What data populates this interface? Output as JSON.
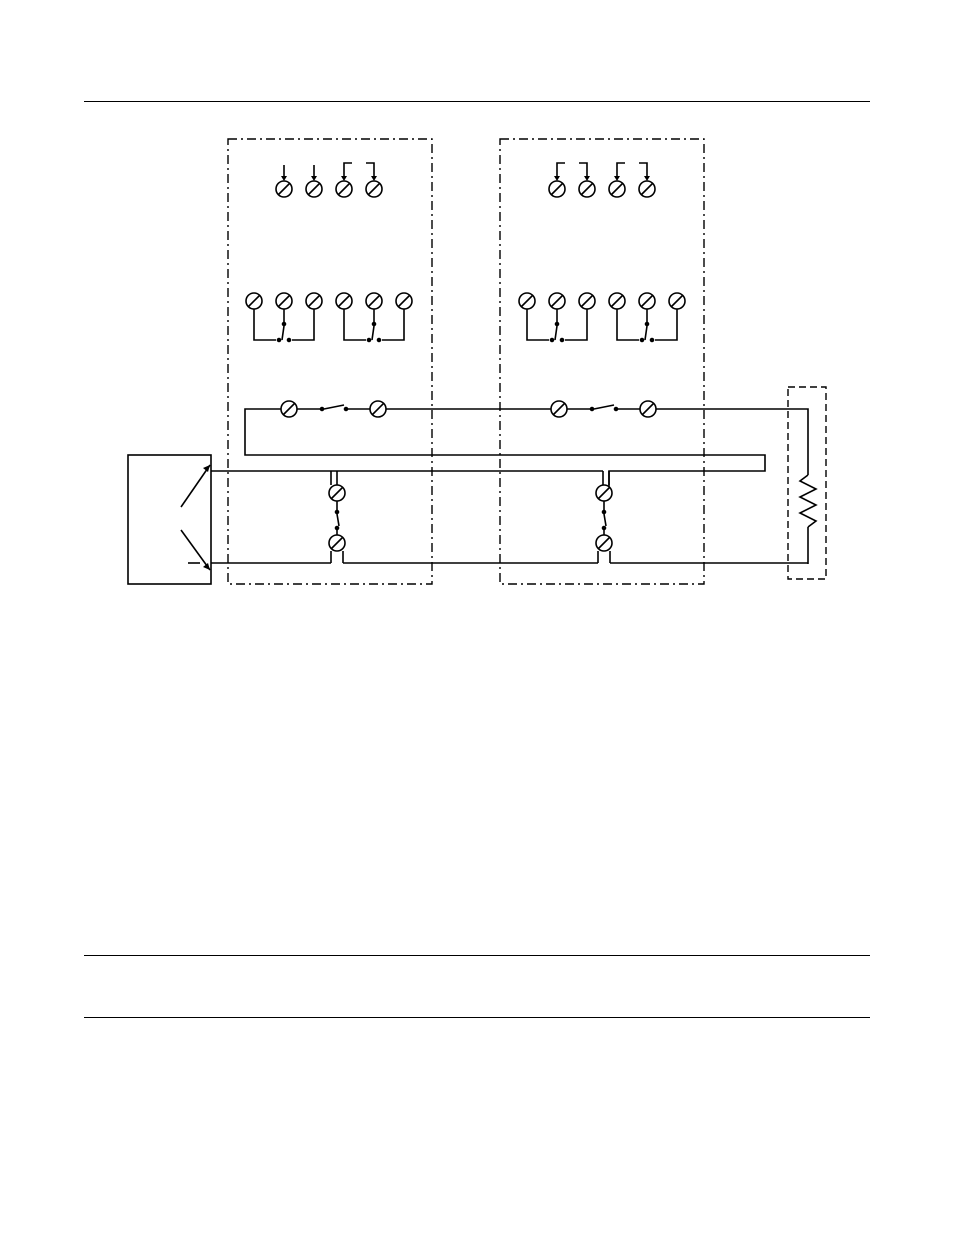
{
  "page": {
    "header_rule": true,
    "footer_rules": 2
  },
  "diagram": {
    "title": "",
    "colors": {
      "line": "#000000",
      "background": "#ffffff"
    },
    "modules": [
      {
        "id": "module-1",
        "top_terminals": 4,
        "relay_terminals": 6,
        "loop_terminals": 2,
        "sensor_terminals": 2
      },
      {
        "id": "module-2",
        "top_terminals": 4,
        "relay_terminals": 6,
        "loop_terminals": 2,
        "sensor_terminals": 2
      }
    ],
    "external_devices": [
      "source-box",
      "end-of-line-resistor"
    ],
    "labels": []
  }
}
